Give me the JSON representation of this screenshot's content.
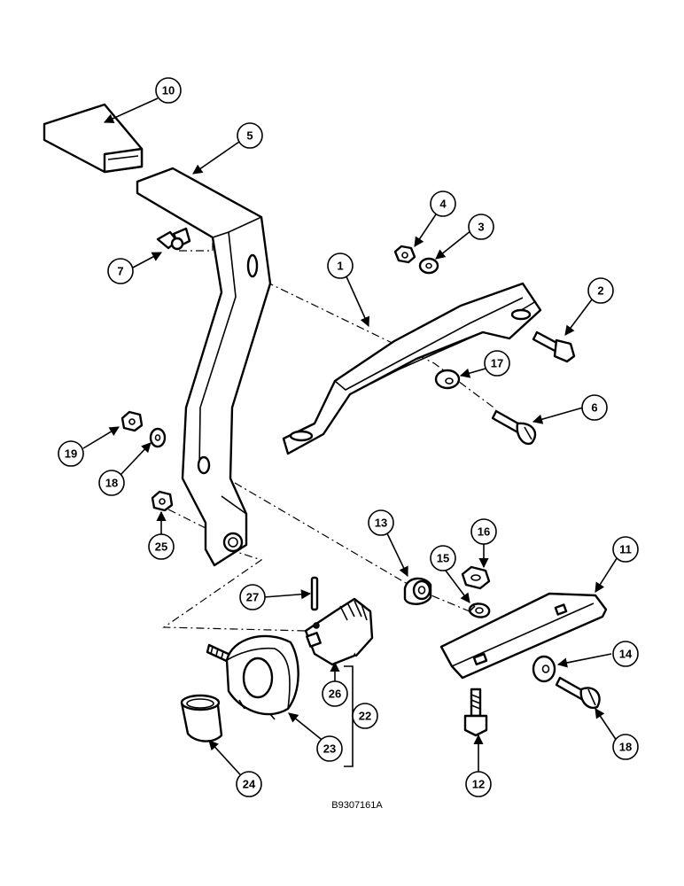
{
  "diagram": {
    "callouts": [
      "1",
      "2",
      "3",
      "4",
      "5",
      "6",
      "7",
      "10",
      "11",
      "12",
      "13",
      "14",
      "15",
      "16",
      "17",
      "18",
      "18",
      "19",
      "22",
      "23",
      "24",
      "25",
      "26",
      "27"
    ],
    "reference_code": "B9307161A"
  }
}
